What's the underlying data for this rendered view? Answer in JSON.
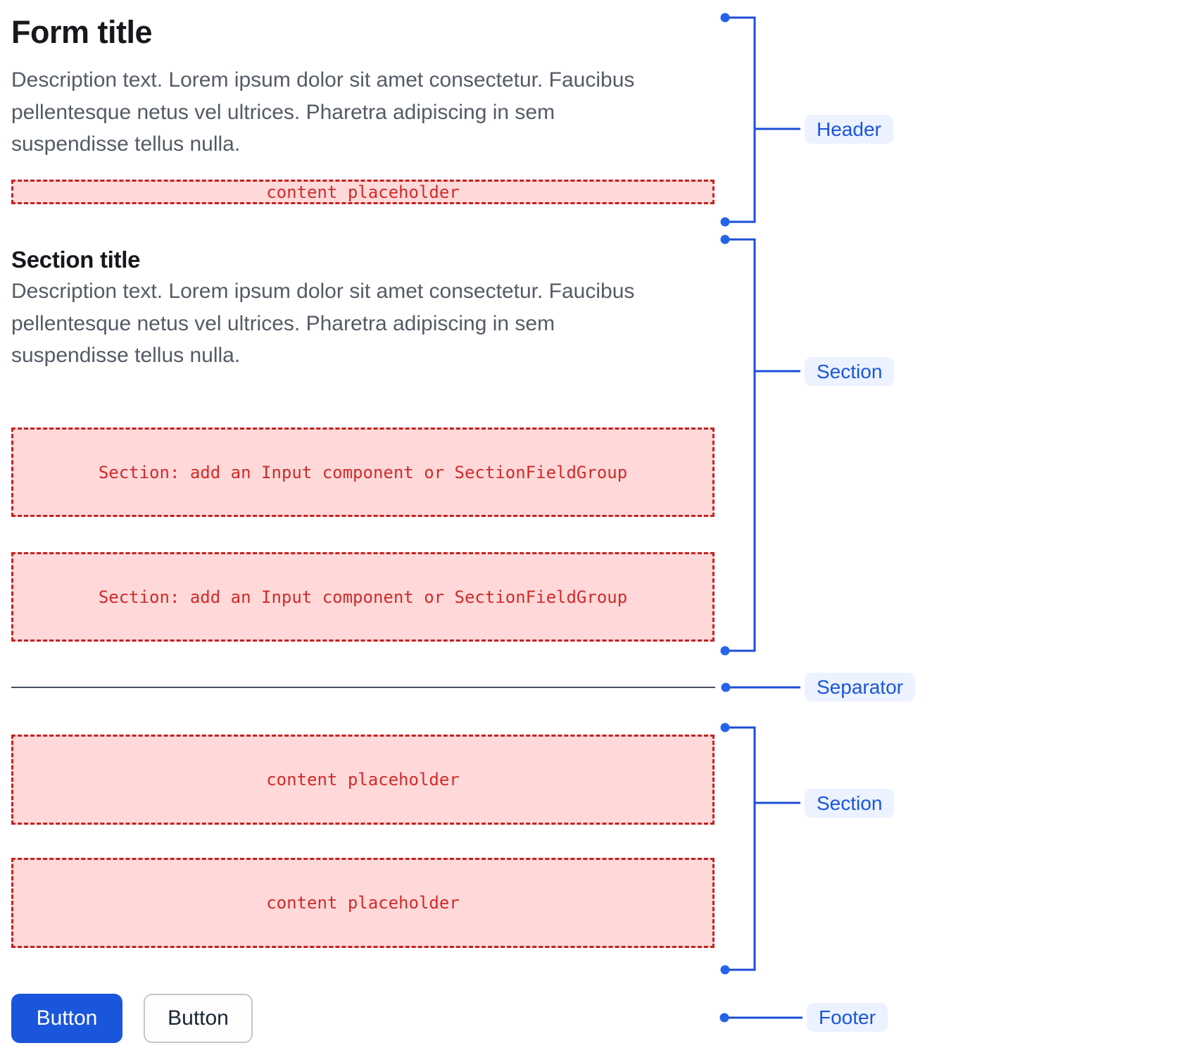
{
  "form": {
    "header": {
      "title": "Form title",
      "description": "Description text. Lorem ipsum dolor sit amet consectetur. Faucibus pellentesque netus vel ultrices. Pharetra adipiscing in sem suspendisse tellus nulla.",
      "placeholder": "content placeholder"
    },
    "section1": {
      "title": "Section title",
      "description": "Description text. Lorem ipsum dolor sit amet consectetur. Faucibus pellentesque netus vel ultrices. Pharetra adipiscing in sem suspendisse tellus nulla.",
      "box1": "Section: add an Input component or SectionFieldGroup",
      "box2": "Section: add an Input component or SectionFieldGroup"
    },
    "section2": {
      "box1": "content placeholder",
      "box2": "content placeholder"
    },
    "footer": {
      "primary_button_label": "Button",
      "secondary_button_label": "Button"
    }
  },
  "annotations": {
    "header_label": "Header",
    "section1_label": "Section",
    "separator_label": "Separator",
    "section2_label": "Section",
    "footer_label": "Footer"
  },
  "colors": {
    "annotation_accent": "#1a56db",
    "annotation_line": "#1d4ed8",
    "annotation_dot": "#2563eb",
    "annotation_label_bg": "#ecf2ff",
    "placeholder_bg": "#ffd9d9",
    "placeholder_border": "#c42121",
    "placeholder_text": "#d22a2a",
    "title_text": "#17181c",
    "description_text": "#545b66",
    "separator": "#47505e",
    "primary_button_bg": "#1a56db",
    "primary_button_text": "#ffffff",
    "secondary_button_bg": "#fdfdfd",
    "secondary_button_text": "#1b2533"
  }
}
